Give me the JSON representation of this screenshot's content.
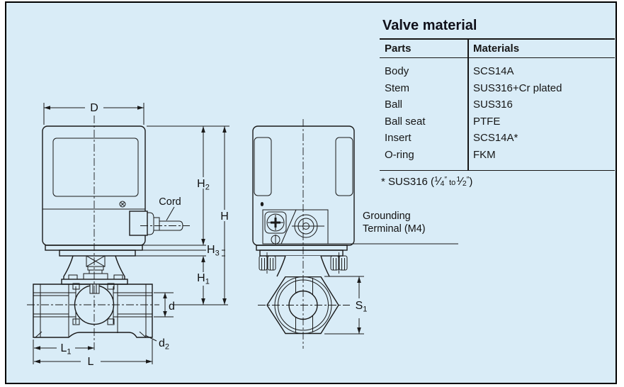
{
  "panel": {
    "background": "#d9ecf7",
    "border_color": "#000000"
  },
  "material_table": {
    "title": "Valve material",
    "columns": [
      "Parts",
      "Materials"
    ],
    "rows": [
      {
        "part": "Body",
        "material": "SCS14A"
      },
      {
        "part": "Stem",
        "material": "SUS316+Cr plated"
      },
      {
        "part": "Ball",
        "material": "SUS316"
      },
      {
        "part": "Ball seat",
        "material": "PTFE"
      },
      {
        "part": "Insert",
        "material": "SCS14A*"
      },
      {
        "part": "O-ring",
        "material": "FKM"
      }
    ],
    "footnote": {
      "prefix": "* SUS316 (",
      "frac1_num": "1",
      "frac1_slash": "⁄",
      "frac1_den": "4",
      "inch1": "″",
      "mid": "to",
      "frac2_num": "1",
      "frac2_slash": "⁄",
      "frac2_den": "2",
      "inch2": "″",
      "suffix": ")"
    }
  },
  "drawing": {
    "line_color": "#1a1a1a",
    "labels": {
      "width": "D",
      "h2": {
        "m": "H",
        "s": "2"
      },
      "h": "H",
      "h3": {
        "m": "H",
        "s": "3"
      },
      "h1": {
        "m": "H",
        "s": "1"
      },
      "bore": "d",
      "d2": {
        "m": "d",
        "s": "2"
      },
      "l1": {
        "m": "L",
        "s": "1"
      },
      "l": "L",
      "s1": {
        "m": "S",
        "s": "1"
      },
      "cord": "Cord",
      "grounding_line1": "Grounding",
      "grounding_line2": "Terminal (M4)"
    }
  }
}
